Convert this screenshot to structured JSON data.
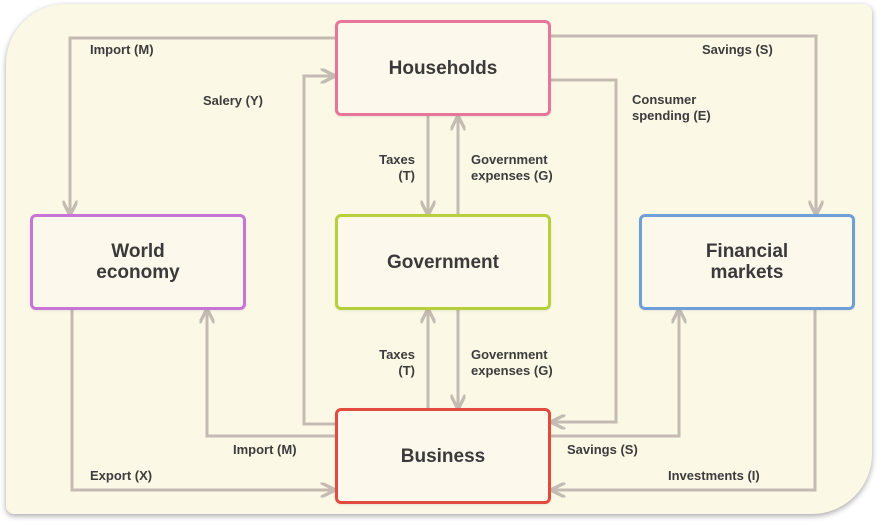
{
  "colors": {
    "flow": "#c4bcb2",
    "households": "#e8769a",
    "government": "#b7cf3a",
    "business": "#e04a3f",
    "world": "#c774d6",
    "financial": "#6f9fd8"
  },
  "nodes": {
    "households": "Households",
    "government": "Government",
    "business": "Business",
    "world": "World\neconomy",
    "financial": "Financial\nmarkets"
  },
  "flows": {
    "import_top": "Import (M)",
    "savings_top": "Savings (S)",
    "salary": "Salery (Y)",
    "consumer": "Consumer\nspending (E)",
    "taxes_top": "Taxes\n(T)",
    "gov_exp_top": "Government\nexpenses (G)",
    "taxes_bottom": "Taxes\n(T)",
    "gov_exp_bottom": "Government\nexpenses (G)",
    "import_bottom": "Import (M)",
    "savings_bottom": "Savings (S)",
    "export": "Export (X)",
    "investments": "Investments (I)"
  }
}
